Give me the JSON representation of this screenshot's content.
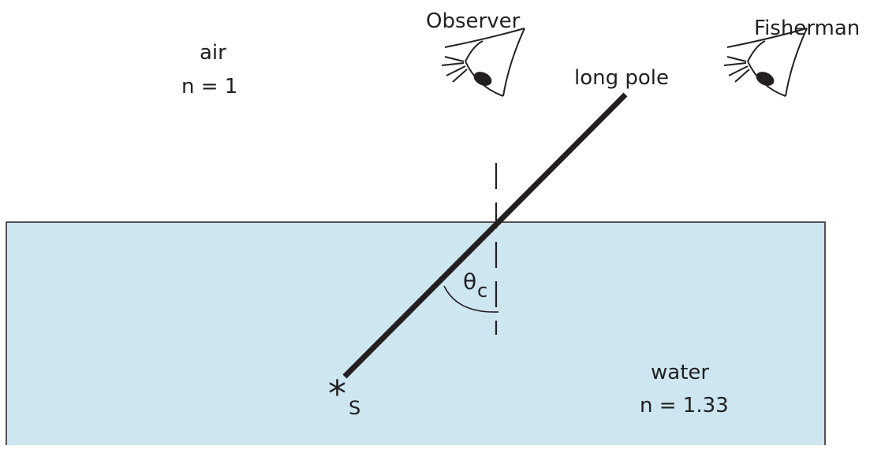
{
  "diagram": {
    "medium_top": {
      "name": "air",
      "index": "n = 1"
    },
    "medium_bottom": {
      "name": "water",
      "index": "n = 1.33"
    },
    "observer_label": "Observer",
    "fisherman_label": "Fisherman",
    "pole_label": "long pole",
    "angle_symbol": "θ",
    "angle_subscript": "c",
    "source_symbol": "*",
    "source_label": "S"
  },
  "colors": {
    "water": "#cde6f0",
    "ink": "#231f20"
  }
}
